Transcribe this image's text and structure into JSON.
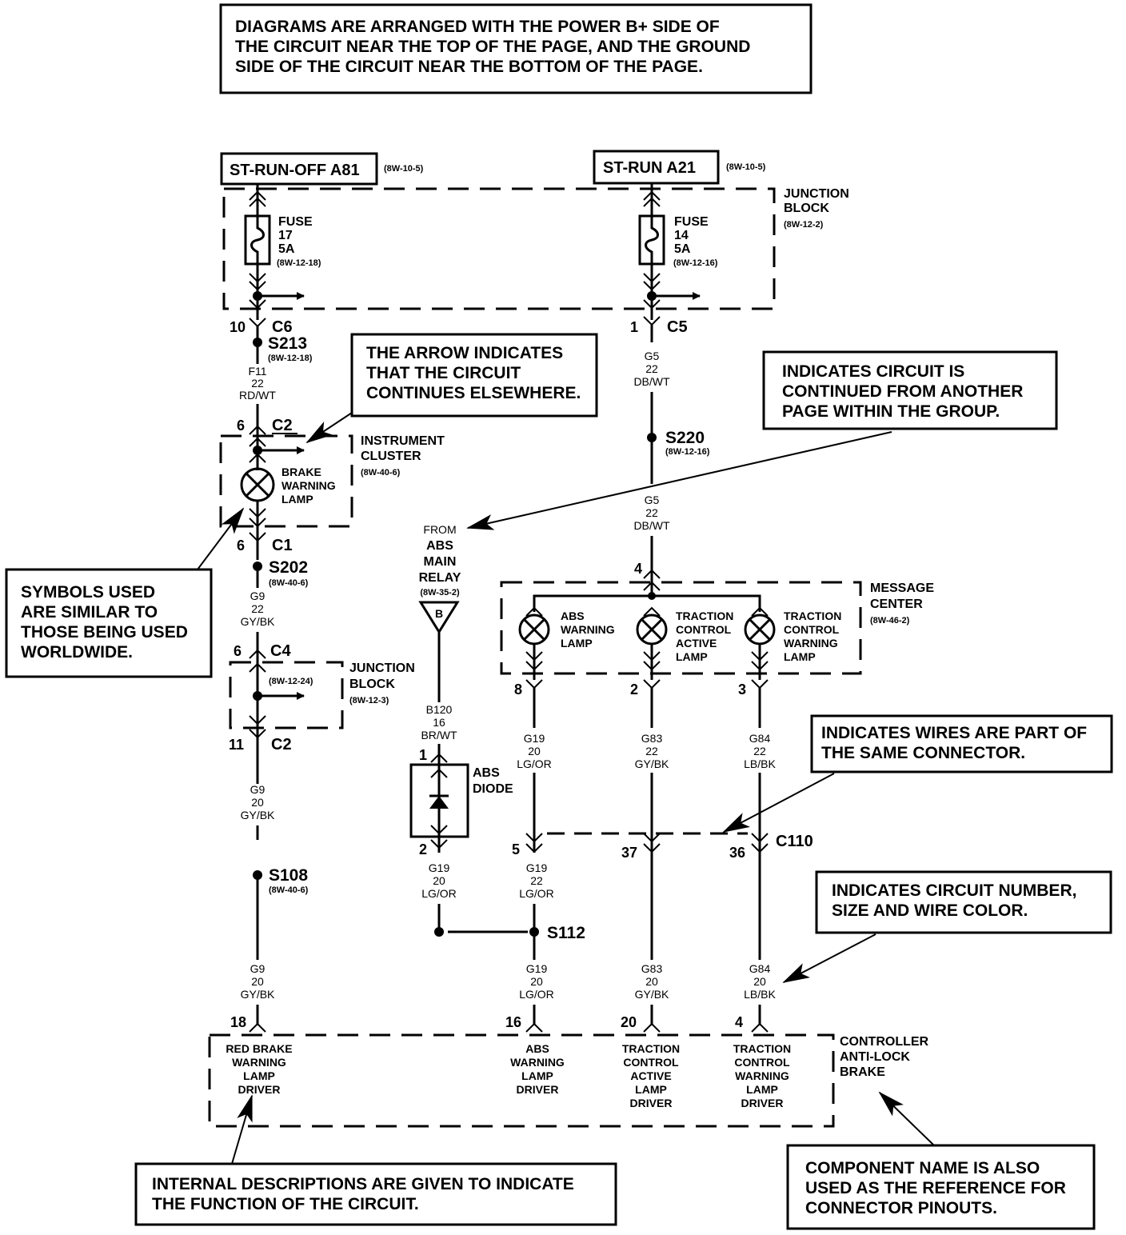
{
  "title_note": {
    "lines": [
      "DIAGRAMS ARE ARRANGED WITH THE POWER B+ SIDE OF",
      "THE CIRCUIT NEAR THE TOP OF THE PAGE, AND THE GROUND",
      "SIDE OF THE CIRCUIT NEAR THE BOTTOM OF THE PAGE."
    ]
  },
  "sources": [
    {
      "label": "ST-RUN-OFF A81",
      "ref": "(8W-10-5)"
    },
    {
      "label": "ST-RUN A21",
      "ref": "(8W-10-5)"
    }
  ],
  "junction_block_top": {
    "name_lines": [
      "JUNCTION",
      "BLOCK"
    ],
    "ref": "(8W-12-2)"
  },
  "fuses": [
    {
      "label": "FUSE",
      "number": "17",
      "rating": "5A",
      "ref": "(8W-12-18)"
    },
    {
      "label": "FUSE",
      "number": "14",
      "rating": "5A",
      "ref": "(8W-12-16)"
    }
  ],
  "connectors": {
    "c6": {
      "pin": "10",
      "name": "C6"
    },
    "c5": {
      "pin": "1",
      "name": "C5"
    },
    "c2_top": {
      "pin": "6",
      "name": "C2"
    },
    "c1": {
      "pin": "6",
      "name": "C1"
    },
    "c4": {
      "pin": "6",
      "name": "C4"
    },
    "c2_bottom": {
      "pin": "11",
      "name": "C2"
    },
    "msg_in": {
      "pin": "4"
    },
    "msg_out": [
      "8",
      "2",
      "3"
    ],
    "diode_in": {
      "pin": "1"
    },
    "diode_out": {
      "pin": "2"
    },
    "c110": {
      "name": "C110",
      "pins": [
        "5",
        "37",
        "36"
      ]
    },
    "controller_pins": [
      "18",
      "16",
      "20",
      "4"
    ]
  },
  "splices": {
    "s213": {
      "name": "S213",
      "ref": "(8W-12-18)"
    },
    "s220": {
      "name": "S220",
      "ref": "(8W-12-16)"
    },
    "s202": {
      "name": "S202",
      "ref": "(8W-40-6)"
    },
    "s108": {
      "name": "S108",
      "ref": "(8W-40-6)"
    },
    "s112": {
      "name": "S112"
    }
  },
  "wires": {
    "f11": [
      "F11",
      "22",
      "RD/WT"
    ],
    "g5_upper": [
      "G5",
      "22",
      "DB/WT"
    ],
    "g5_lower": [
      "G5",
      "22",
      "DB/WT"
    ],
    "g9_22": [
      "G9",
      "22",
      "GY/BK"
    ],
    "g9_20_upper": [
      "G9",
      "20",
      "GY/BK"
    ],
    "g9_20_lower": [
      "G9",
      "20",
      "GY/BK"
    ],
    "b120": [
      "B120",
      "16",
      "BR/WT"
    ],
    "g19_20_msg": [
      "G19",
      "20",
      "LG/OR"
    ],
    "g83_22": [
      "G83",
      "22",
      "GY/BK"
    ],
    "g84_22": [
      "G84",
      "22",
      "LB/BK"
    ],
    "g19_20_diode": [
      "G19",
      "20",
      "LG/OR"
    ],
    "g19_22": [
      "G19",
      "22",
      "LG/OR"
    ],
    "g19_20_ctrl": [
      "G19",
      "20",
      "LG/OR"
    ],
    "g83_20": [
      "G83",
      "20",
      "GY/BK"
    ],
    "g84_20": [
      "G84",
      "20",
      "LB/BK"
    ]
  },
  "instrument_cluster": {
    "name_lines": [
      "INSTRUMENT",
      "CLUSTER"
    ],
    "ref": "(8W-40-6)",
    "lamp_lines": [
      "BRAKE",
      "WARNING",
      "LAMP"
    ]
  },
  "junction_block_mid": {
    "name_lines": [
      "JUNCTION",
      "BLOCK"
    ],
    "ref": "(8W-12-3)",
    "inner_ref": "(8W-12-24)"
  },
  "abs_relay": {
    "lines": [
      "FROM",
      "ABS",
      "MAIN",
      "RELAY"
    ],
    "ref": "(8W-35-2)",
    "marker": "B"
  },
  "abs_diode": {
    "lines": [
      "ABS",
      "DIODE"
    ]
  },
  "message_center": {
    "name_lines": [
      "MESSAGE",
      "CENTER"
    ],
    "ref": "(8W-46-2)",
    "lamps": [
      {
        "lines": [
          "ABS",
          "WARNING",
          "LAMP"
        ]
      },
      {
        "lines": [
          "TRACTION",
          "CONTROL",
          "ACTIVE",
          "LAMP"
        ]
      },
      {
        "lines": [
          "TRACTION",
          "CONTROL",
          "WARNING",
          "LAMP"
        ]
      }
    ]
  },
  "controller": {
    "name_lines": [
      "CONTROLLER",
      "ANTI-LOCK",
      "BRAKE"
    ],
    "drivers": [
      {
        "lines": [
          "RED BRAKE",
          "WARNING",
          "LAMP",
          "DRIVER"
        ]
      },
      {
        "lines": [
          "ABS",
          "WARNING",
          "LAMP",
          "DRIVER"
        ]
      },
      {
        "lines": [
          "TRACTION",
          "CONTROL",
          "ACTIVE",
          "LAMP",
          "DRIVER"
        ]
      },
      {
        "lines": [
          "TRACTION",
          "CONTROL",
          "WARNING",
          "LAMP",
          "DRIVER"
        ]
      }
    ]
  },
  "callouts": {
    "arrow": [
      "THE ARROW INDICATES",
      "THAT THE CIRCUIT",
      "CONTINUES ELSEWHERE."
    ],
    "continued": [
      "INDICATES CIRCUIT IS",
      "CONTINUED FROM ANOTHER",
      "PAGE WITHIN THE GROUP."
    ],
    "symbols": [
      "SYMBOLS USED",
      "ARE SIMILAR TO",
      "THOSE BEING USED",
      "WORLDWIDE."
    ],
    "same_connector": [
      "INDICATES WIRES ARE PART OF",
      "THE SAME CONNECTOR."
    ],
    "circuit_number": [
      "INDICATES CIRCUIT NUMBER,",
      "SIZE AND WIRE COLOR."
    ],
    "internal": [
      "INTERNAL DESCRIPTIONS ARE GIVEN TO INDICATE",
      "THE FUNCTION OF THE CIRCUIT."
    ],
    "component": [
      "COMPONENT NAME IS ALSO",
      "USED AS THE REFERENCE FOR",
      "CONNECTOR PINOUTS."
    ]
  }
}
